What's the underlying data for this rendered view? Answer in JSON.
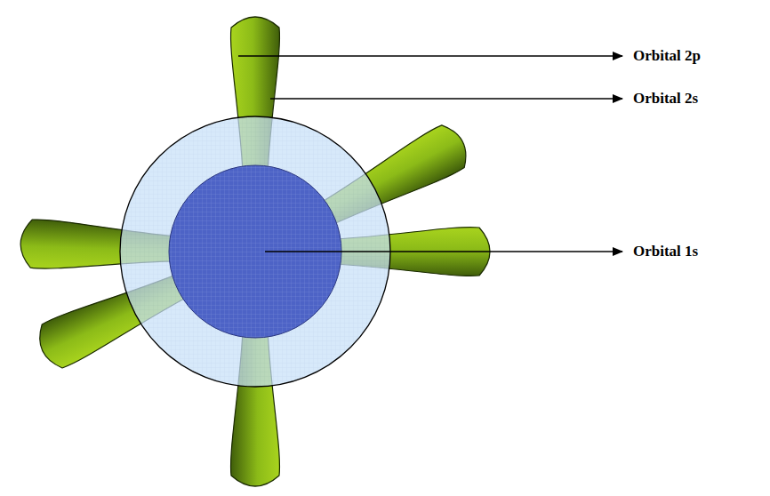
{
  "diagram": {
    "labels": [
      "Orbital 2p",
      "Orbital 2s",
      "Orbital 1s"
    ]
  }
}
